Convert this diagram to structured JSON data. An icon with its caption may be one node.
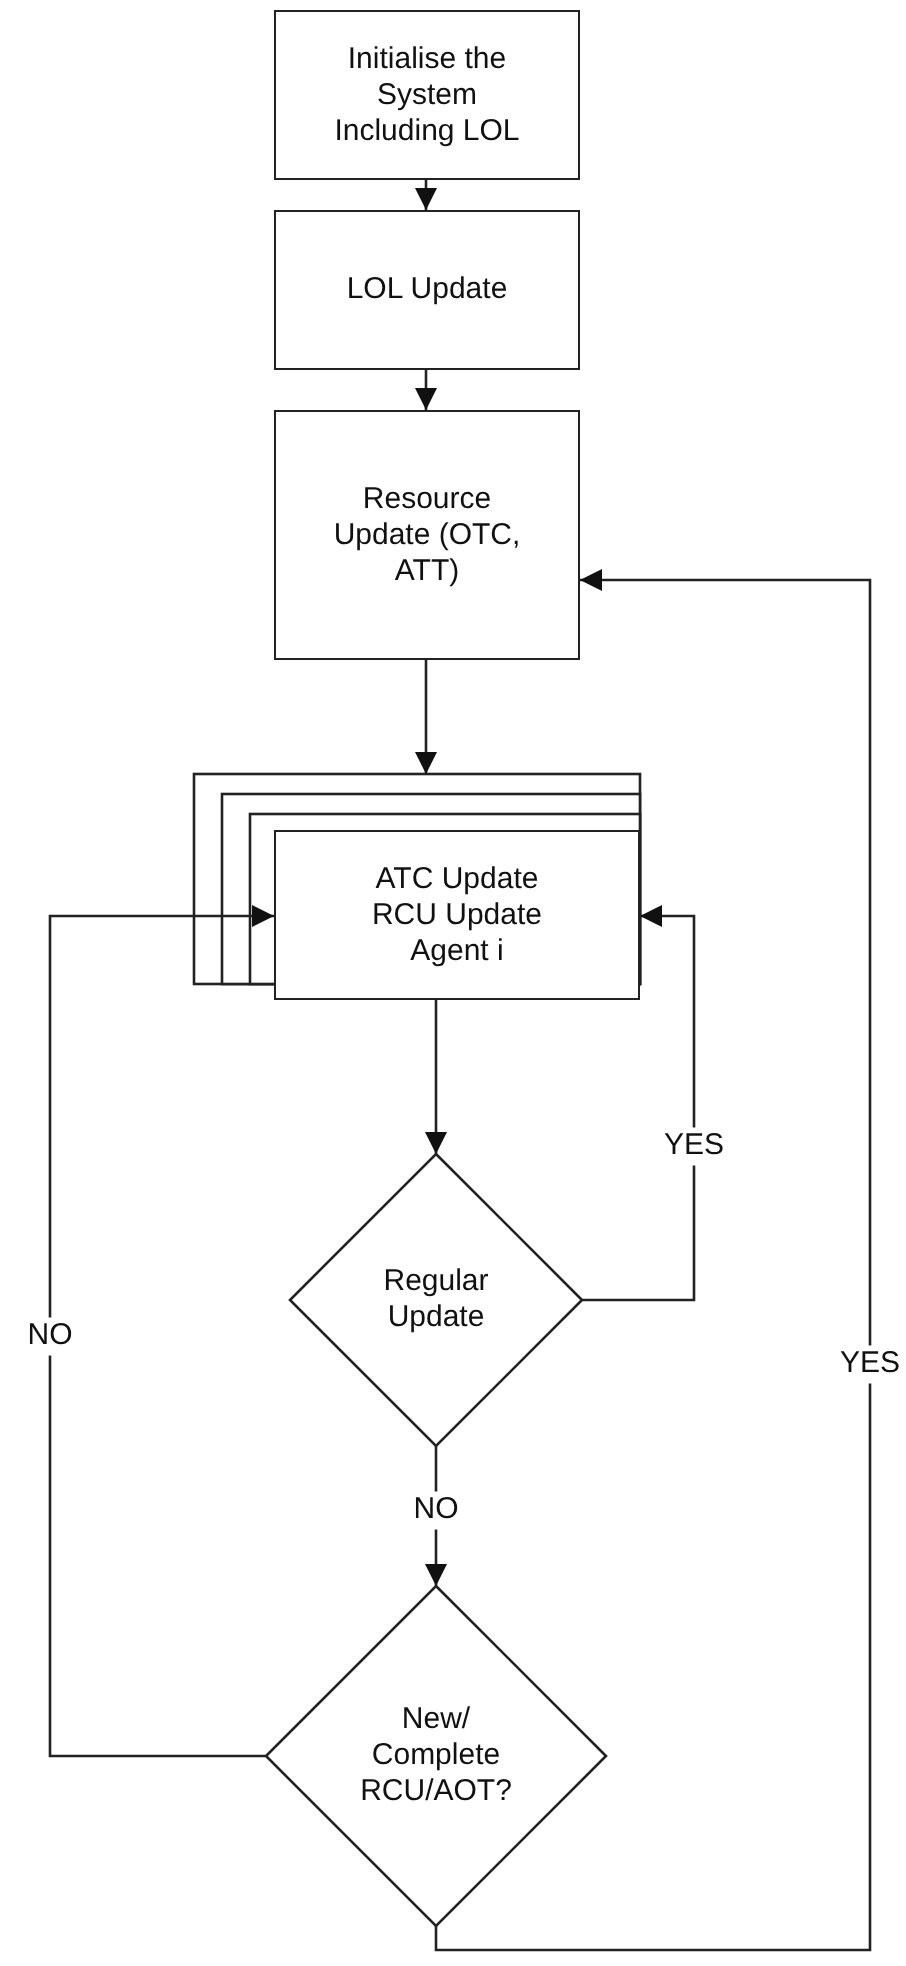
{
  "diagram": {
    "nodes": [
      {
        "text": [
          "Initialise the System Including LOL"
        ]
      },
      {
        "text": [
          "LOL Update"
        ]
      },
      {
        "text": [
          "Resource Update (OTC, ATT)"
        ]
      },
      {
        "text": [
          "ATC Update RCU Update Agent i"
        ]
      },
      {
        "text": [
          "Regular Update"
        ]
      },
      {
        "text": [
          "New/ Complete RCU/AOT?"
        ]
      }
    ],
    "edges": [
      {
        "from": 0,
        "to": 1,
        "arrow": "to"
      },
      {
        "from": 1,
        "to": 2,
        "arrow": "to"
      },
      {
        "from": 2,
        "to": 3,
        "arrow": "to"
      },
      {
        "from": 3,
        "to": 4,
        "arrow": "to"
      },
      {
        "from": 4,
        "to": 3,
        "arrow": "to",
        "label": "YES"
      },
      {
        "from": 4,
        "to": 5,
        "arrow": "to",
        "label": "NO"
      },
      {
        "from": 5,
        "to": 3,
        "arrow": "to",
        "label": "NO"
      },
      {
        "from": 5,
        "to": 2,
        "arrow": "to",
        "label": "YES"
      }
    ]
  }
}
